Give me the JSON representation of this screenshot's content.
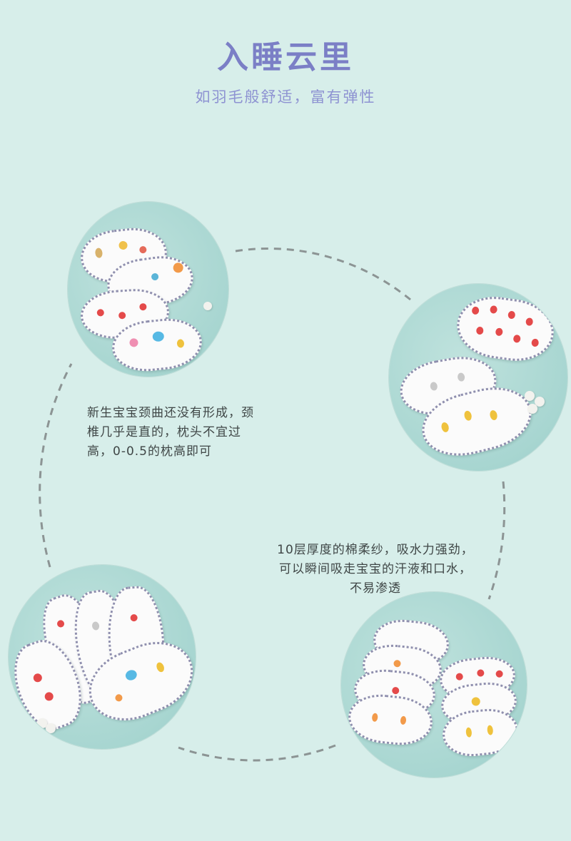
{
  "header": {
    "title": "入睡云里",
    "subtitle": "如羽毛般舒适，富有弹性"
  },
  "text_blocks": [
    {
      "lines": [
        "新生宝宝颈曲还没有形成，颈",
        "椎几乎是直的，枕头不宜过",
        "高，0-0.5的枕高即可"
      ]
    },
    {
      "lines": [
        "10层厚度的棉柔纱，吸水力强劲，",
        "可以瞬间吸走宝宝的汗液和口水，",
        "不易渗透"
      ]
    }
  ],
  "colors": {
    "background": "#d7eeea",
    "title": "#7b7fc6",
    "subtitle": "#8e93d2",
    "dashed_ring": "#8c9494",
    "pad_edge": "#8f8fae"
  },
  "photos": [
    {
      "label": "stacked-pillows-photo"
    },
    {
      "label": "strawberry-pillows-photo"
    },
    {
      "label": "fanned-pillows-photo"
    },
    {
      "label": "two-stacks-photo"
    }
  ]
}
